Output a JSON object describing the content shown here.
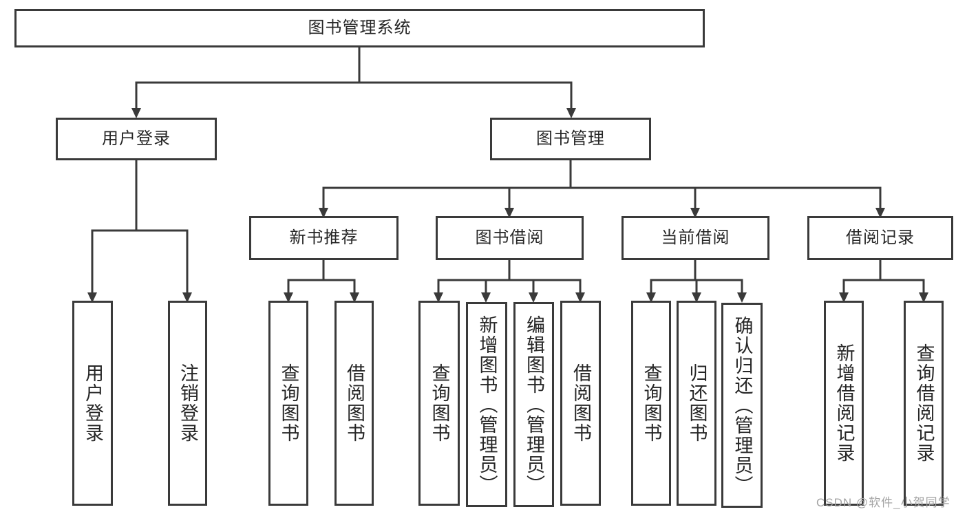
{
  "diagram_title": "图书管理系统",
  "tree": {
    "label": "图书管理系统",
    "children": [
      {
        "label": "用户登录",
        "children": [
          {
            "label": "用户登录"
          },
          {
            "label": "注销登录"
          }
        ]
      },
      {
        "label": "图书管理",
        "children": [
          {
            "label": "新书推荐",
            "children": [
              {
                "label": "查询图书"
              },
              {
                "label": "借阅图书"
              }
            ]
          },
          {
            "label": "图书借阅",
            "children": [
              {
                "label": "查询图书"
              },
              {
                "label": "新增图书（管理员）"
              },
              {
                "label": "编辑图书（管理员）"
              },
              {
                "label": "借阅图书"
              }
            ]
          },
          {
            "label": "当前借阅",
            "children": [
              {
                "label": "查询图书"
              },
              {
                "label": "归还图书"
              },
              {
                "label": "确认归还（管理员）"
              }
            ]
          },
          {
            "label": "借阅记录",
            "children": [
              {
                "label": "新增借阅记录"
              },
              {
                "label": "查询借阅记录"
              }
            ]
          }
        ]
      }
    ]
  },
  "watermark": "CSDN @软件_小贺同学",
  "colors": {
    "line": "#3a3a3a",
    "box_border": "#3a3a3a",
    "box_fill": "#ffffff",
    "text": "#262626",
    "watermark": "#a3a3a3",
    "background": "#ffffff"
  }
}
